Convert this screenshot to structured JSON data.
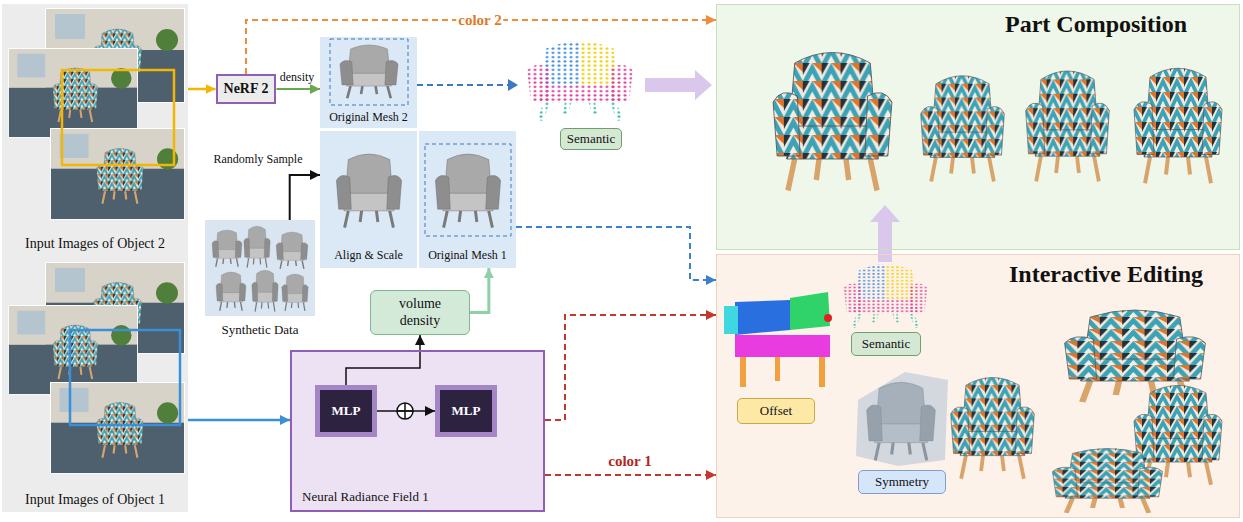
{
  "diagram": {
    "nodes": [
      {
        "text": [
          "Input Images of Object 2"
        ]
      },
      {
        "text": [
          "Input Images of Object 1"
        ]
      },
      {
        "text": [
          "NeRF 2"
        ]
      },
      {
        "text": [
          "Original Mesh 2"
        ]
      },
      {
        "text": [
          "Align & Scale"
        ]
      },
      {
        "text": [
          "Original Mesh 1"
        ]
      },
      {
        "text": [
          "Synthetic Data"
        ]
      },
      {
        "text": [
          "volume density"
        ]
      },
      {
        "text": [
          "Neural Radiance Field 1"
        ]
      },
      {
        "text": [
          "MLP"
        ],
        "in": 8
      },
      {
        "text": [
          "MLP"
        ],
        "in": 8
      },
      {
        "text": [
          "Semantic"
        ]
      },
      {
        "text": [
          "Part Composition"
        ]
      },
      {
        "text": [
          "Interactive Editing"
        ]
      },
      {
        "text": [
          "Offset"
        ],
        "in": 13
      },
      {
        "text": [
          "Semantic"
        ],
        "in": 13
      },
      {
        "text": [
          "Symmetry"
        ],
        "in": 13
      }
    ],
    "edges": [
      {
        "from": 0,
        "to": 2,
        "arrow": "to"
      },
      {
        "from": 1,
        "to": 8,
        "arrow": "to"
      },
      {
        "from": 2,
        "to": 3,
        "label": "density",
        "arrow": "to"
      },
      {
        "from": 2,
        "to": 12,
        "label": "color 2",
        "arrow": "to"
      },
      {
        "from": 6,
        "to": 4,
        "label": "Randomly Sample",
        "arrow": "to"
      },
      {
        "from": 9,
        "to": 10,
        "arrow": "to"
      },
      {
        "from": 9,
        "to": 7,
        "arrow": "to"
      },
      {
        "from": 7,
        "to": 5,
        "arrow": "to"
      },
      {
        "from": 5,
        "to": 13,
        "arrow": "to"
      },
      {
        "from": 8,
        "to": 13,
        "arrow": "to"
      },
      {
        "from": 8,
        "to": 13,
        "label": "color 1",
        "arrow": "to"
      }
    ]
  }
}
